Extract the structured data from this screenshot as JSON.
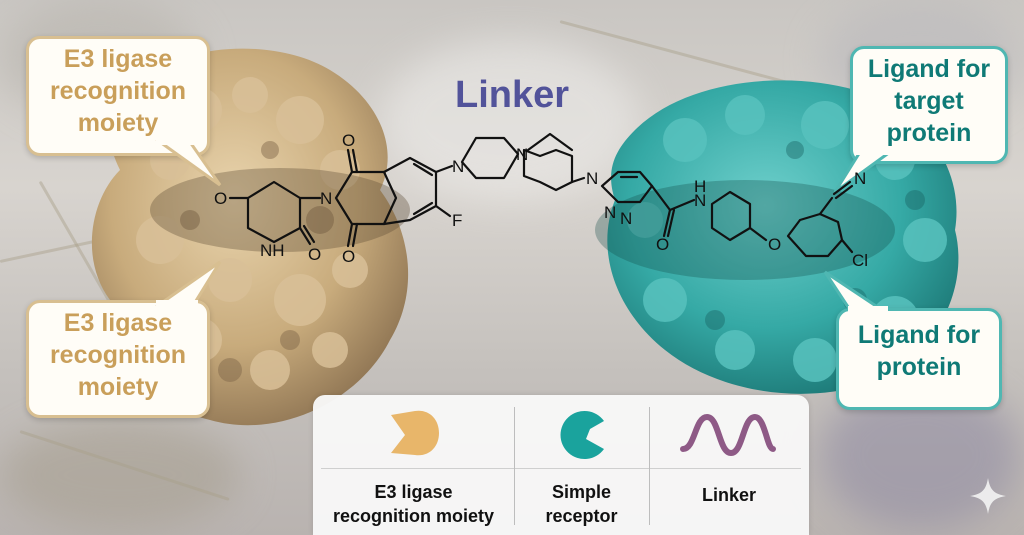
{
  "title": "Linker",
  "callouts": {
    "top_left": [
      "E3 ligase",
      "recognition",
      "moiety"
    ],
    "bottom_left": [
      "E3 ligase",
      "recognition",
      "moiety"
    ],
    "top_right": [
      "Ligand for",
      "target",
      "protein"
    ],
    "bottom_right": [
      "Ligand for",
      "protein"
    ]
  },
  "molecule_atoms": {
    "o1": "O",
    "o2": "O",
    "o3": "O",
    "o4": "O",
    "o5": "O",
    "o6": "O",
    "nh": "NH",
    "n_imide": "N",
    "n_pip1": "N",
    "n_pip2": "N",
    "n_pip3": "N",
    "f": "F",
    "n_pyr1": "N",
    "n_pyr2": "N",
    "n_amide": "N",
    "h_amide": "H",
    "cl": "Cl",
    "n_nitrile": "N"
  },
  "legend": {
    "col1": [
      "E3 ligase",
      "recognition moiety"
    ],
    "col2": [
      "Simple",
      "receptor"
    ],
    "col3": [
      "Linker"
    ]
  },
  "colors": {
    "e3_protein": "#c8ab7c",
    "target_protein": "#35a9a5",
    "linker": "#52539a",
    "legend_e3_shape": "#e8b66a",
    "legend_receptor_shape": "#1aa39d",
    "legend_linker_wave": "#8e5a86"
  },
  "icons": [
    "e3-shape-icon",
    "receptor-shape-icon",
    "linker-wave-icon",
    "sparkle-icon"
  ]
}
